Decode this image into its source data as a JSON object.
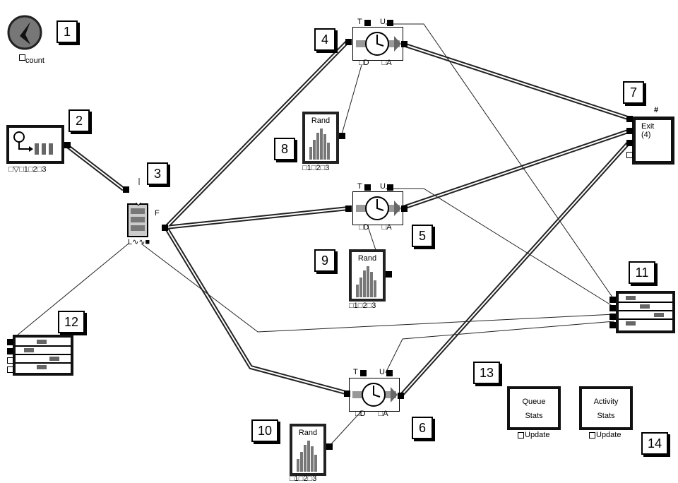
{
  "labels": {
    "n1": "1",
    "n2": "2",
    "n3": "3",
    "n4": "4",
    "n5": "5",
    "n6": "6",
    "n7": "7",
    "n8": "8",
    "n9": "9",
    "n10": "10",
    "n11": "11",
    "n12": "12",
    "n13": "13",
    "n14": "14"
  },
  "blocks": {
    "count_label": "count",
    "create_ports": [
      "1",
      "2",
      "3"
    ],
    "queue_port": "F",
    "activity_top": [
      "T",
      "U"
    ],
    "activity_bottom": [
      "D",
      "A"
    ],
    "rand_title": "Rand",
    "rand_ports": [
      "1",
      "2",
      "3"
    ],
    "exit_title": "Exit",
    "exit_count": "(4)",
    "exit_hash": "#",
    "queue_stats": [
      "Queue",
      "Stats"
    ],
    "activity_stats": [
      "Activity",
      "Stats"
    ],
    "update": "Update"
  }
}
